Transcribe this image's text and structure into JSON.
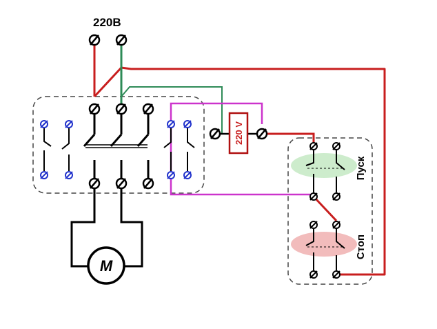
{
  "supply": {
    "label": "220В"
  },
  "coil": {
    "label": "220 V"
  },
  "buttons": {
    "start_label": "Пуск",
    "stop_label": "Стоп"
  },
  "motor": {
    "label": "M"
  },
  "colors": {
    "phase_wire": "#c81e1e",
    "neutral_wire": "#2e8b57",
    "control_wire": "#cc33cc",
    "terminal_blue": "#2233cc",
    "start_highlight": "#cdeccc",
    "stop_highlight": "#f2bcbc",
    "coil_border": "#b01010",
    "coil_text": "#c81e1e",
    "outline": "#000000",
    "dashed_box": "#444444"
  }
}
